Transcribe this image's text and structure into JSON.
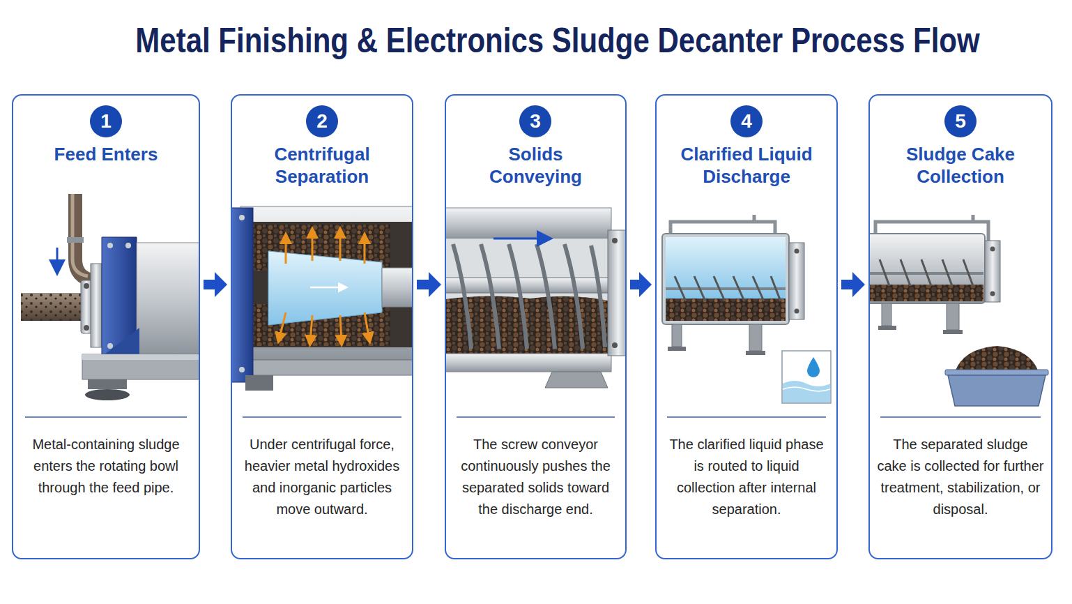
{
  "diagram": {
    "title": "Metal Finishing & Electronics Sludge Decanter Process Flow",
    "nodes": [
      {
        "text": [
          "Feed Enters",
          "Metal-containing sludge enters the rotating bowl through the feed pipe."
        ]
      },
      {
        "text": [
          "1"
        ],
        "in": 0
      },
      {
        "text": [
          "Centrifugal Separation",
          "Under centrifugal force, heavier metal hydroxides and inorganic particles move outward."
        ]
      },
      {
        "text": [
          "2"
        ],
        "in": 2
      },
      {
        "text": [
          "Solids Conveying",
          "The screw conveyor continuously pushes the separated solids toward the discharge end."
        ]
      },
      {
        "text": [
          "3"
        ],
        "in": 4
      },
      {
        "text": [
          "Clarified Liquid Discharge",
          "The clarified liquid phase is routed to liquid collection after internal separation."
        ]
      },
      {
        "text": [
          "4"
        ],
        "in": 6
      },
      {
        "text": [
          "Sludge Cake Collection",
          "The separated sludge cake is collected for further treatment, stabilization, or disposal."
        ]
      },
      {
        "text": [
          "5"
        ],
        "in": 8
      }
    ],
    "edges": [
      {
        "from": 0,
        "to": 2,
        "arrow": "to"
      },
      {
        "from": 2,
        "to": 4,
        "arrow": "to"
      },
      {
        "from": 4,
        "to": 6,
        "arrow": "to"
      },
      {
        "from": 6,
        "to": 8,
        "arrow": "to"
      }
    ]
  }
}
